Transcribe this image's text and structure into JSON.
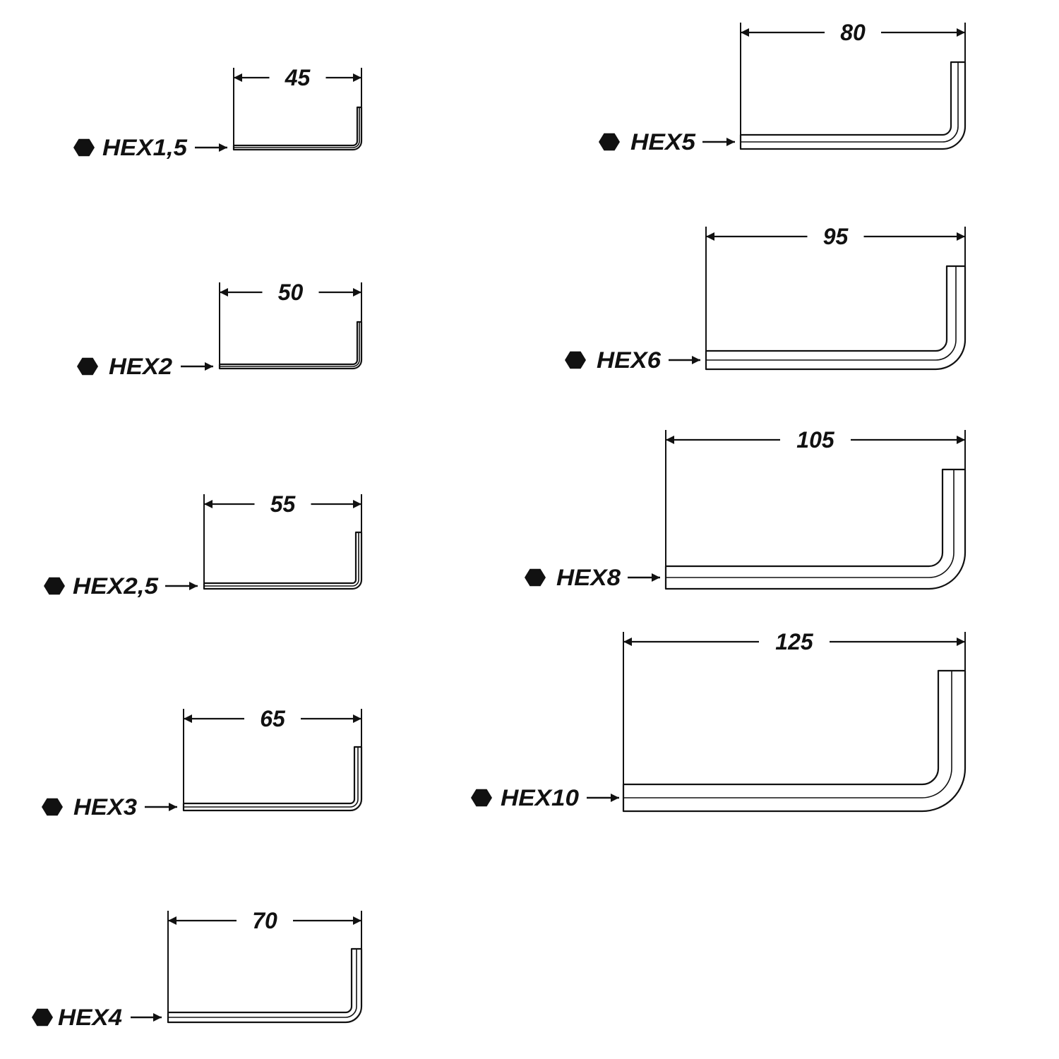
{
  "wrenches": [
    {
      "label": "HEX1,5",
      "length": "45"
    },
    {
      "label": "HEX2",
      "length": "50"
    },
    {
      "label": "HEX2,5",
      "length": "55"
    },
    {
      "label": "HEX3",
      "length": "65"
    },
    {
      "label": "HEX4",
      "length": "70"
    },
    {
      "label": "HEX5",
      "length": "80"
    },
    {
      "label": "HEX6",
      "length": "95"
    },
    {
      "label": "HEX8",
      "length": "105"
    },
    {
      "label": "HEX10",
      "length": "125"
    }
  ],
  "colors": {
    "ink": "#111111",
    "background": "#ffffff"
  },
  "icons": {
    "size_marker": "hexagon-icon",
    "pointer": "arrow-right-icon"
  }
}
